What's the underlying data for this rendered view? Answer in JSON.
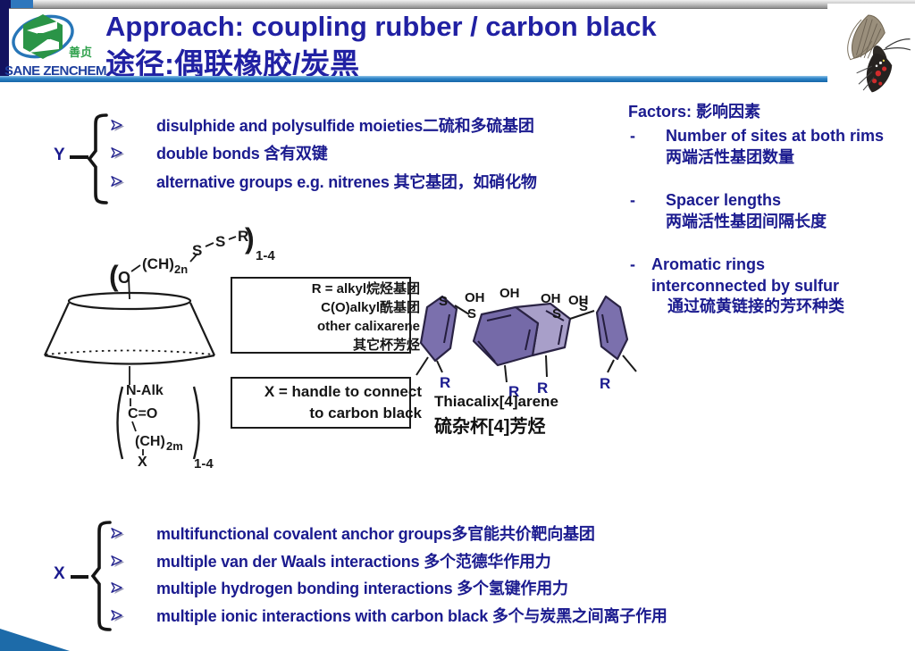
{
  "slide": {
    "header": {
      "logo_brand": "SANE ZENCHEM",
      "logo_chinese": "善贞",
      "title_line1": "Approach: coupling rubber / carbon black",
      "title_line2": "途径:偶联橡胶/炭黑"
    },
    "y_group": {
      "label": "Y",
      "bullets": [
        "disulphide and polysulfide moieties二硫和多硫基团",
        "double bonds 含有双键",
        "alternative groups e.g. nitrenes 其它基团，如硝化物"
      ]
    },
    "factors": {
      "title": "Factors: 影响因素",
      "items": [
        {
          "dash": "-",
          "en": "Number of sites at both rims",
          "zh": "两端活性基团数量"
        },
        {
          "dash": "-",
          "en": "Spacer lengths",
          "zh": "两端活性基团间隔长度"
        },
        {
          "dash": "-",
          "en": "Aromatic rings interconnected by sulfur",
          "zh": "通过硫黄链接的芳环种类"
        }
      ]
    },
    "chem": {
      "upper": {
        "paren_open": "(",
        "o": "O",
        "ch": "(CH)",
        "ch_sub": "2n",
        "s1": "S",
        "s2": "S",
        "r": "R",
        "paren_close": ")",
        "count": "1-4"
      },
      "lower": {
        "n_alk": "N-Alk",
        "c_o": "C=O",
        "ch": "(CH)",
        "ch_sub": "2m",
        "x": "X",
        "count": "1-4"
      },
      "r_box": [
        "R = alkyl烷烃基团",
        "C(O)alkyl酰基团",
        "other calixarene",
        "其它杯芳烃"
      ],
      "x_box": [
        "X = handle to connect",
        "to carbon black"
      ],
      "thiacalix": {
        "oh": "OH",
        "s": "S",
        "r": "R",
        "title": "Thiacalix[4]arene",
        "subtitle": "硫杂杯[4]芳烃"
      }
    },
    "x_group": {
      "label": "X",
      "bullets": [
        "multifunctional covalent anchor groups多官能共价靶向基团",
        "multiple van der Waals interactions 多个范德华作用力",
        "multiple hydrogen bonding interactions 多个氢键作用力",
        "multiple ionic interactions with carbon black 多个与炭黑之间离子作用"
      ]
    },
    "colors": {
      "navy_text": "#1b1b8f",
      "title_blue": "#2121a3",
      "ring_purple": "#7b70ad",
      "ring_purple_light": "#a89fc9",
      "rule_blue": "#2f86c8",
      "triangle_blue": "#1d6ba9",
      "logo_green": "#2a9447",
      "logo_blue": "#2776b8"
    },
    "icons": {
      "bullet_arrow": "➢"
    }
  }
}
